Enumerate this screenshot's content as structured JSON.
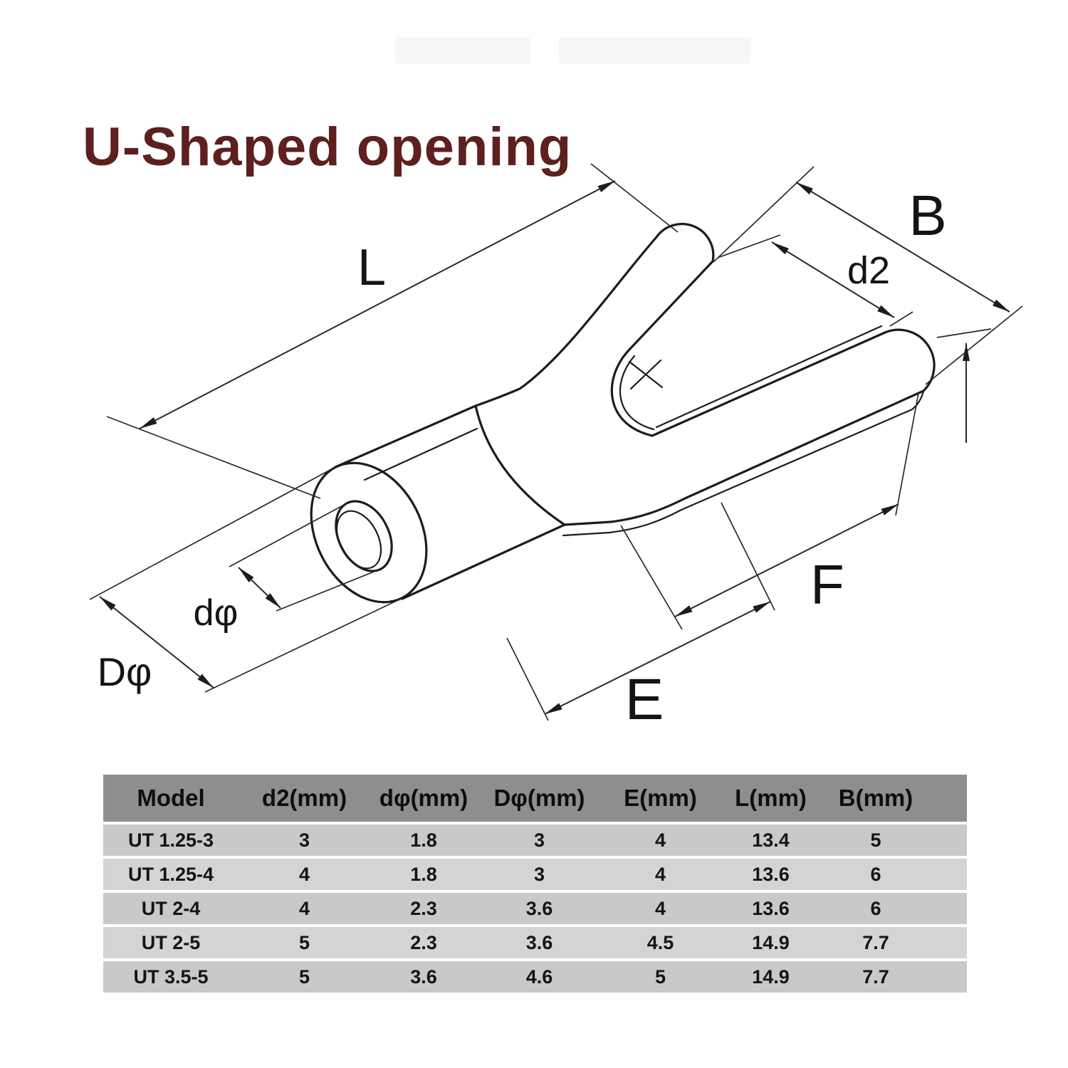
{
  "title": "U-Shaped opening",
  "diagram": {
    "labels": {
      "L": "L",
      "B": "B",
      "d2": "d2",
      "d_phi": "dφ",
      "D_phi": "Dφ",
      "E": "E",
      "F": "F"
    }
  },
  "table": {
    "headers": [
      "Model",
      "d2(mm)",
      "dφ(mm)",
      "Dφ(mm)",
      "E(mm)",
      "L(mm)",
      "B(mm)"
    ],
    "rows": [
      [
        "UT 1.25-3",
        "3",
        "1.8",
        "3",
        "4",
        "13.4",
        "5"
      ],
      [
        "UT 1.25-4",
        "4",
        "1.8",
        "3",
        "4",
        "13.6",
        "6"
      ],
      [
        "UT 2-4",
        "4",
        "2.3",
        "3.6",
        "4",
        "13.6",
        "6"
      ],
      [
        "UT 2-5",
        "5",
        "2.3",
        "3.6",
        "4.5",
        "14.9",
        "7.7"
      ],
      [
        "UT 3.5-5",
        "5",
        "3.6",
        "4.6",
        "5",
        "14.9",
        "7.7"
      ]
    ]
  },
  "colors": {
    "title_text": "#5e1f1f",
    "drawing_line": "#1c1c1c",
    "table_header_bg": "#8e8e8e",
    "table_row_bg_a": "#c9c9c9",
    "table_row_bg_b": "#d4d4d4",
    "background": "#ffffff"
  }
}
